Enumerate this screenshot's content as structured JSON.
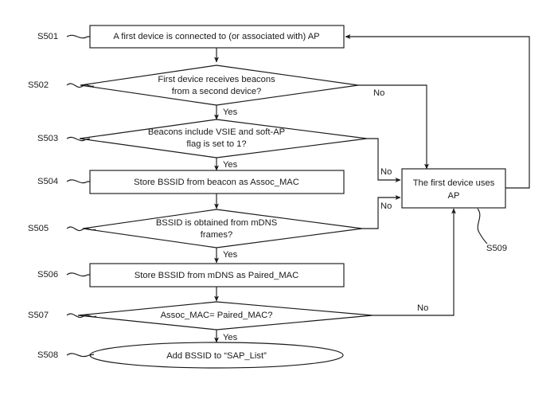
{
  "figure": {
    "type": "flowchart",
    "title": "Soft-AP pairing detection flowchart"
  },
  "nodes": [
    {
      "id": "S501",
      "step_label": "S501",
      "shape": "process",
      "text_lines": [
        "A first device is connected to (or associated with) AP"
      ],
      "text": "A first device is connected to (or associated with) AP"
    },
    {
      "id": "S502",
      "step_label": "S502",
      "shape": "decision",
      "text_lines": [
        "First device receives beacons",
        "from a second device?"
      ],
      "line1": "First device receives beacons",
      "line2": "from a second device?"
    },
    {
      "id": "S503",
      "step_label": "S503",
      "shape": "decision",
      "text_lines": [
        "Beacons include VSIE and soft-AP",
        "flag is set to 1?"
      ],
      "line1": "Beacons include VSIE and soft-AP",
      "line2": "flag is set to 1?"
    },
    {
      "id": "S504",
      "step_label": "S504",
      "shape": "process",
      "text_lines": [
        "Store BSSID from beacon as Assoc_MAC"
      ],
      "text": "Store BSSID from beacon as Assoc_MAC"
    },
    {
      "id": "S505",
      "step_label": "S505",
      "shape": "decision",
      "text_lines": [
        "BSSID is obtained from mDNS",
        "frames?"
      ],
      "line1": "BSSID is obtained from mDNS",
      "line2": "frames?"
    },
    {
      "id": "S506",
      "step_label": "S506",
      "shape": "process",
      "text_lines": [
        "Store BSSID from mDNS as Paired_MAC"
      ],
      "text": "Store BSSID from mDNS as Paired_MAC"
    },
    {
      "id": "S507",
      "step_label": "S507",
      "shape": "decision",
      "text_lines": [
        "Assoc_MAC= Paired_MAC?"
      ],
      "text": "Assoc_MAC= Paired_MAC?"
    },
    {
      "id": "S508",
      "step_label": "S508",
      "shape": "terminator",
      "text_lines": [
        "Add BSSID to “SAP_List”"
      ],
      "text": "Add BSSID to “SAP_List”"
    },
    {
      "id": "S509",
      "step_label": "S509",
      "shape": "process",
      "text_lines": [
        "The first device uses",
        "AP"
      ],
      "line1": "The first device uses",
      "line2": "AP"
    }
  ],
  "edge_labels": {
    "s502_yes": "Yes",
    "s502_no": "No",
    "s503_yes": "Yes",
    "s503_no": "No",
    "s505_yes": "Yes",
    "s505_no": "No",
    "s507_yes": "Yes",
    "s507_no": "No"
  },
  "colors": {
    "stroke": "#1a1a1a",
    "fill": "#ffffff",
    "background": "#ffffff"
  }
}
